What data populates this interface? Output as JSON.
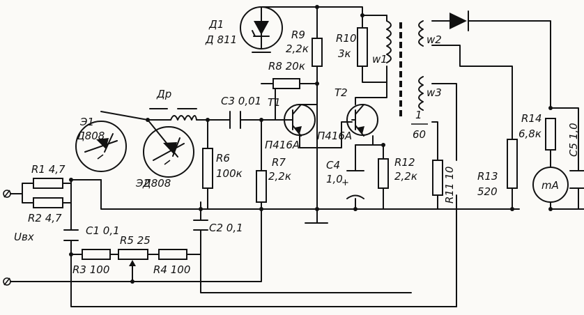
{
  "labels": {
    "d1_ref": "Д1",
    "d1_type": "Д 811",
    "r9": "R9",
    "r9_val": "2,2к",
    "r8": "R8 20к",
    "r10": "R10",
    "r10_val": "3к",
    "w1": "w1",
    "w2": "w2",
    "w3": "w3",
    "dr": "Др",
    "c3": "C3 0,01",
    "t1": "T1",
    "t2": "T2",
    "d1_bridge": "Э1",
    "d1_bridge_type": "Д808",
    "d2_bridge": "Э2",
    "d2_bridge_type": "Д808",
    "r1": "R1 4,7",
    "r2": "R2 4,7",
    "r6": "R6",
    "r6_val": "100к",
    "r7": "R7",
    "r7_val": "2,2к",
    "t1_type": "П416А",
    "t2_type": "П416А",
    "c4": "C4",
    "c4_val": "1,0",
    "r12": "R12",
    "r12_val": "2,2к",
    "ratio_top": "1",
    "ratio_bot": "60",
    "r11": "R11 10",
    "r13": "R13",
    "r13_val": "520",
    "r14": "R14",
    "r14_val": "6,8к",
    "c5": "C5 1,0",
    "meter": "mA",
    "c1": "C1 0,1",
    "c2": "C2 0,1",
    "r5": "R5 25",
    "r3": "R3 100",
    "r4": "R4 100",
    "uin": "Uвх"
  }
}
